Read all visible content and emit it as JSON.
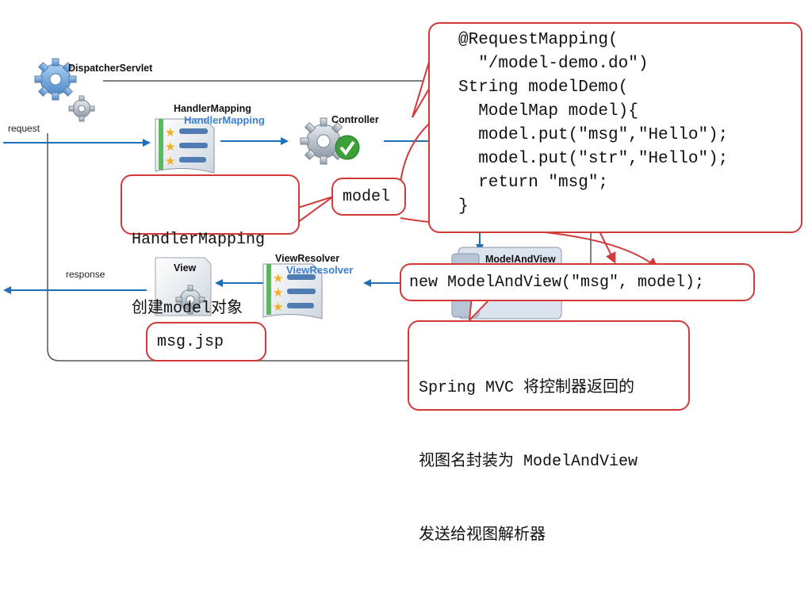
{
  "diagram": {
    "components": {
      "dispatcher": "DispatcherServlet",
      "handler_mapping": "HandlerMapping",
      "handler_mapping_sub": "HandlerMapping",
      "controller": "Controller",
      "model_and_view": "ModelAndView",
      "view_resolver": "ViewResolver",
      "view_resolver_sub": "ViewResolver",
      "view": "View"
    },
    "flow_labels": {
      "request": "request",
      "response": "response"
    },
    "code_lines": [
      "@RequestMapping(",
      "  \"/model-demo.do\")",
      "String modelDemo(",
      "  ModelMap model){",
      "  model.put(\"msg\",\"Hello\");",
      "  model.put(\"str\",\"Hello\");",
      "  return \"msg\";",
      "}"
    ],
    "callouts": {
      "handler_mapping": [
        "HandlerMapping",
        "创建model对象"
      ],
      "model": "model",
      "model_and_view": "new ModelAndView(\"msg\", model);",
      "jsp": "msg.jsp",
      "spring_note": [
        "Spring MVC 将控制器返回的",
        "视图名封装为 ModelAndView",
        "发送给视图解析器"
      ]
    },
    "colors": {
      "callout_border": "#d23a3a",
      "flow_arrow": "#1f6fb8",
      "frame_line": "#555555"
    }
  }
}
